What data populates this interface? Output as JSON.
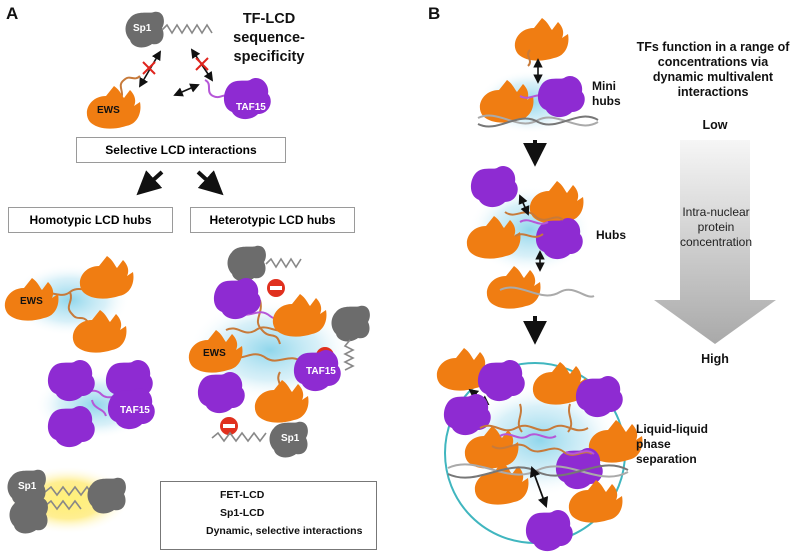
{
  "panel_a": {
    "panel_label": "A",
    "title": "TF-LCD\nsequence-\nspecificity",
    "selective_box": "Selective LCD interactions",
    "homotypic_box": "Homotypic LCD hubs",
    "heterotypic_box": "Heterotypic LCD hubs",
    "protein_labels": {
      "sp1": "Sp1",
      "ews": "EWS",
      "taf15": "TAF15"
    }
  },
  "panel_b": {
    "panel_label": "B",
    "header": "TFs function in a range of\nconcentrations via\ndynamic multivalent\ninteractions",
    "low": "Low",
    "high": "High",
    "arrow_text": "Intra-nuclear\nprotein\nconcentration",
    "stage_labels": [
      "Mini\nhubs",
      "Hubs",
      "Liquid-liquid\nphase\nseparation"
    ]
  },
  "legend": {
    "items": [
      "FET-LCD",
      "Sp1-LCD",
      "Dynamic, selective interactions"
    ]
  },
  "colors": {
    "ews_orange": "#f07d12",
    "taf15_purple": "#8e2bd2",
    "sp1_gray": "#6c6c6c",
    "hub_glow": "#7ccfe8",
    "sp1_glow": "#ffe44a",
    "llps_ring": "#40b6bf"
  }
}
